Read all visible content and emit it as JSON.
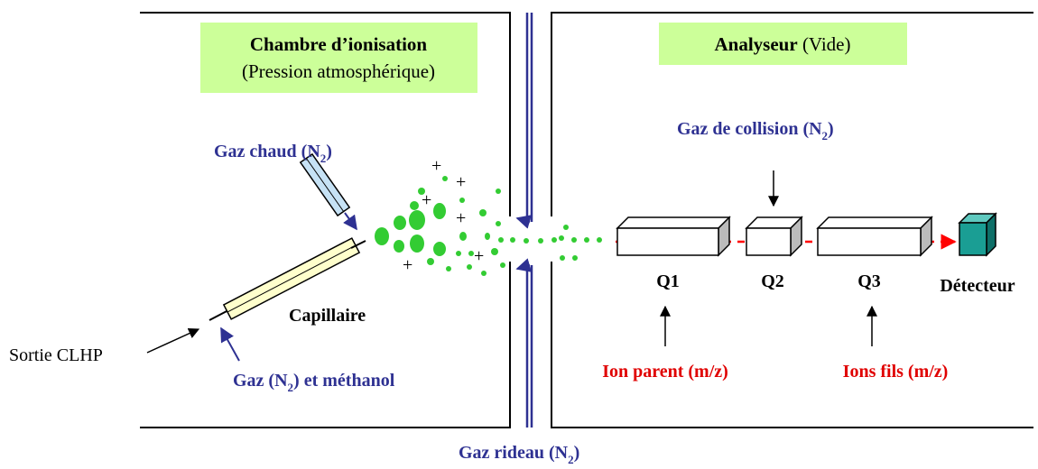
{
  "ionization_chamber": {
    "title": "Chambre d’ionisation",
    "subtitle": "(Pression atmosphérique)"
  },
  "analyzer": {
    "title": "Analyseur",
    "subtitle": "(Vide)"
  },
  "labels": {
    "hot_gas": {
      "main": "Gaz chaud (N",
      "sub": "2",
      "end": ")"
    },
    "capillary": "Capillaire",
    "hplc_outlet": "Sortie CLHP",
    "nebulizer_gas": {
      "main": "Gaz (N",
      "sub": "2",
      "end": ") et méthanol"
    },
    "curtain_gas": {
      "main": "Gaz rideau (N",
      "sub": "2",
      "end": ")"
    },
    "collision_gas": {
      "main": "Gaz de collision (N",
      "sub": "2",
      "end": ")"
    },
    "q1": "Q1",
    "q2": "Q2",
    "q3": "Q3",
    "detector": "Détecteur",
    "parent_ion": "Ion parent (m/z)",
    "fragment_ions": "Ions fils (m/z)",
    "plus_sign": "+"
  },
  "colors": {
    "box_fill": "#ccff99",
    "gas_label": "#2e3192",
    "ion_label": "#e00000",
    "droplet": "#33cc33",
    "capillary_fill": "#ffffcc",
    "hot_gas_fill": "#c6e2f5",
    "detector_fill": "#1a9e94",
    "beam": "#ff0000"
  }
}
